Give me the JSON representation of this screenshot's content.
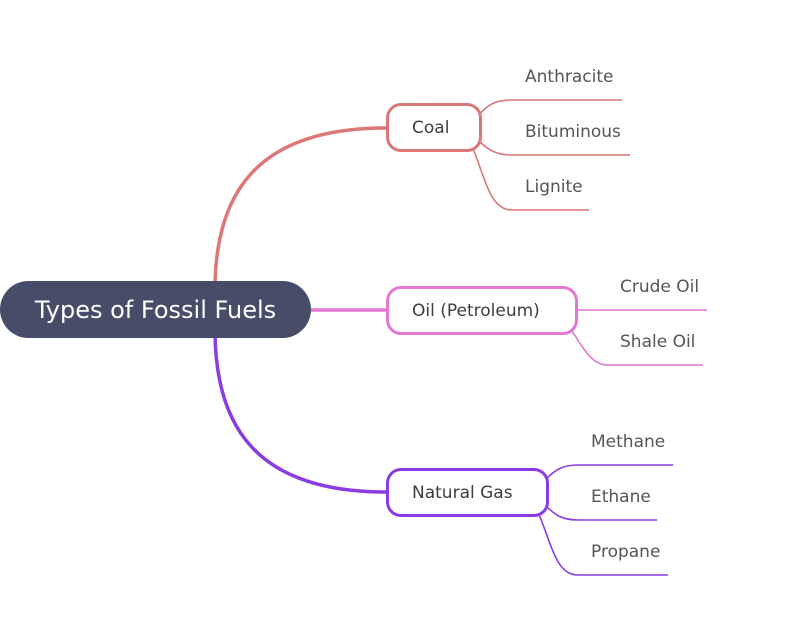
{
  "root": {
    "label": "Types of Fossil Fuels",
    "color": "#474c69"
  },
  "branches": [
    {
      "label": "Coal",
      "color": "#db7777",
      "children": [
        "Anthracite",
        "Bituminous",
        "Lignite"
      ]
    },
    {
      "label": "Oil (Petroleum)",
      "color": "#e377d3",
      "children": [
        "Crude Oil",
        "Shale Oil"
      ]
    },
    {
      "label": "Natural Gas",
      "color": "#8a3be3",
      "children": [
        "Methane",
        "Ethane",
        "Propane"
      ]
    }
  ]
}
